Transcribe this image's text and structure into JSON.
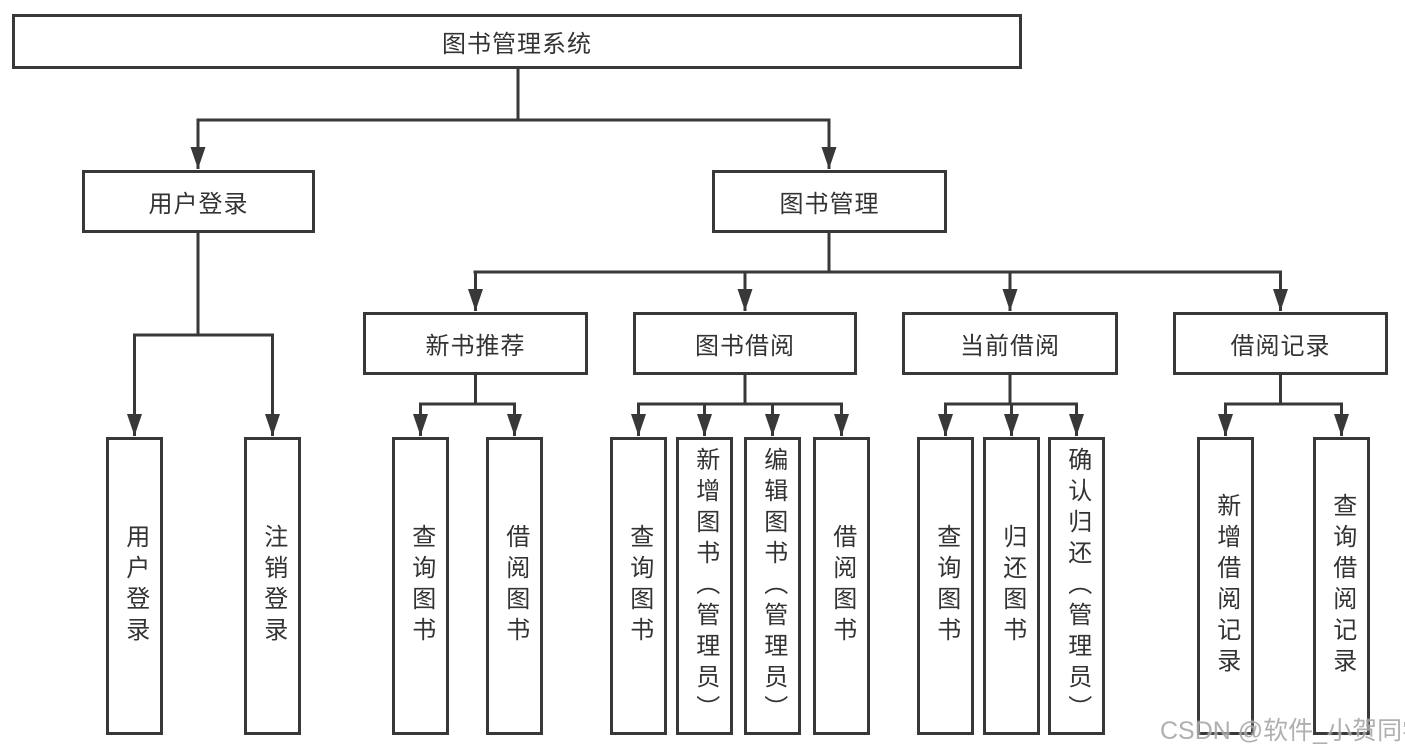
{
  "tree": {
    "root": "图书管理系统",
    "login": {
      "label": "用户登录",
      "children": [
        "用户登录",
        "注销登录"
      ]
    },
    "management": {
      "label": "图书管理",
      "sections": [
        {
          "label": "新书推荐",
          "children": [
            "查询图书",
            "借阅图书"
          ]
        },
        {
          "label": "图书借阅",
          "children": [
            "查询图书",
            "新增图书（管理员）",
            "编辑图书（管理员）",
            "借阅图书"
          ]
        },
        {
          "label": "当前借阅",
          "children": [
            "查询图书",
            "归还图书",
            "确认归还（管理员）"
          ]
        },
        {
          "label": "借阅记录",
          "children": [
            "新增借阅记录",
            "查询借阅记录"
          ]
        }
      ]
    }
  },
  "watermark": "CSDN @软件_小贺同学",
  "colors": {
    "line": "#383838",
    "text": "#333333",
    "background": "#ffffff",
    "watermark": "#a8a8a8"
  }
}
